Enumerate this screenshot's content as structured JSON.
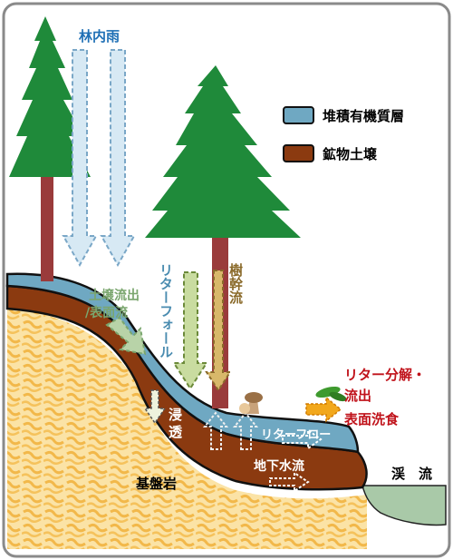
{
  "labels": {
    "rain": "林内雨",
    "litterfall": "リターフォール",
    "stemflow": "樹幹流",
    "soil_runoff_line1": "土壌流出",
    "soil_runoff_line2": "/表面流",
    "infiltration_line1": "浸",
    "infiltration_line2": "透",
    "litter_flow": "リターフロー",
    "groundwater": "地下水流",
    "bedrock": "基盤岩",
    "stream": "渓　流",
    "litter_decomp_line1": "リター分解・",
    "litter_decomp_line2": "流出",
    "surface_erosion": "表面洗食"
  },
  "legend": [
    {
      "label": "堆積有機質層",
      "color": "#6fa8c2"
    },
    {
      "label": "鉱物土壌",
      "color": "#8b3a10"
    }
  ],
  "colors": {
    "tree_green": "#1f8a3a",
    "trunk": "#9a3b3b",
    "organic_layer": "#6fa8c2",
    "mineral_soil": "#8b3a10",
    "bedrock_fill": "#f5cf7a",
    "stream_water": "#a9c9a8",
    "rain_text": "#1e6fb5",
    "stem_text": "#8a6a2a",
    "runoff_text": "#7aa66e",
    "decomp_text": "#c0121a",
    "litter_text": "#4a8cb0"
  }
}
